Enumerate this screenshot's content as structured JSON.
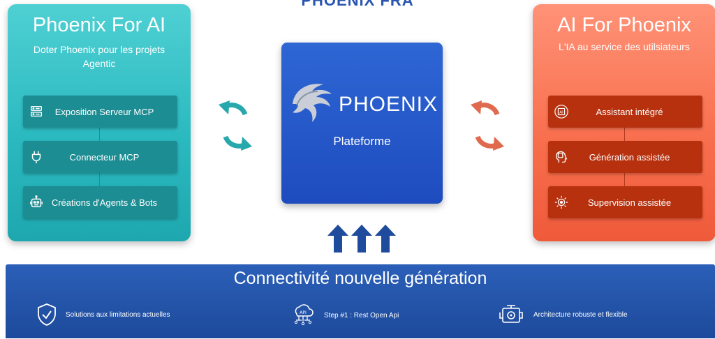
{
  "top_title": "PHOENIX FRA",
  "left_panel": {
    "title": "Phoenix For AI",
    "subtitle": "Doter Phoenix pour les projets Agentic",
    "items": [
      {
        "label": "Exposition Serveur MCP",
        "icon": "server-icon"
      },
      {
        "label": "Connecteur MCP",
        "icon": "plug-icon"
      },
      {
        "label": "Créations d'Agents & Bots",
        "icon": "robot-icon"
      }
    ]
  },
  "right_panel": {
    "title": "AI For Phoenix",
    "subtitle": "L'IA au service des utilsiateurs",
    "items": [
      {
        "label": "Assistant intégré",
        "icon": "ai-chip-icon"
      },
      {
        "label": "Génération assistée",
        "icon": "ai-head-icon"
      },
      {
        "label": "Supervision assistée",
        "icon": "gear-brain-icon"
      }
    ]
  },
  "center": {
    "brand": "PHOENIX",
    "label": "Plateforme"
  },
  "bottom": {
    "title": "Connectivité nouvelle génération",
    "features": [
      {
        "label": "Solutions aux limitations actuelles",
        "icon": "shield-check-icon"
      },
      {
        "label": "Step #1 : Rest Open Api",
        "icon": "api-cloud-icon"
      },
      {
        "label": "Architecture robuste et flexible",
        "icon": "engine-icon"
      }
    ]
  },
  "colors": {
    "teal": "#2bbac0",
    "coral": "#f8704f",
    "blue": "#1e4cbf",
    "navy": "#1d4a9b"
  }
}
